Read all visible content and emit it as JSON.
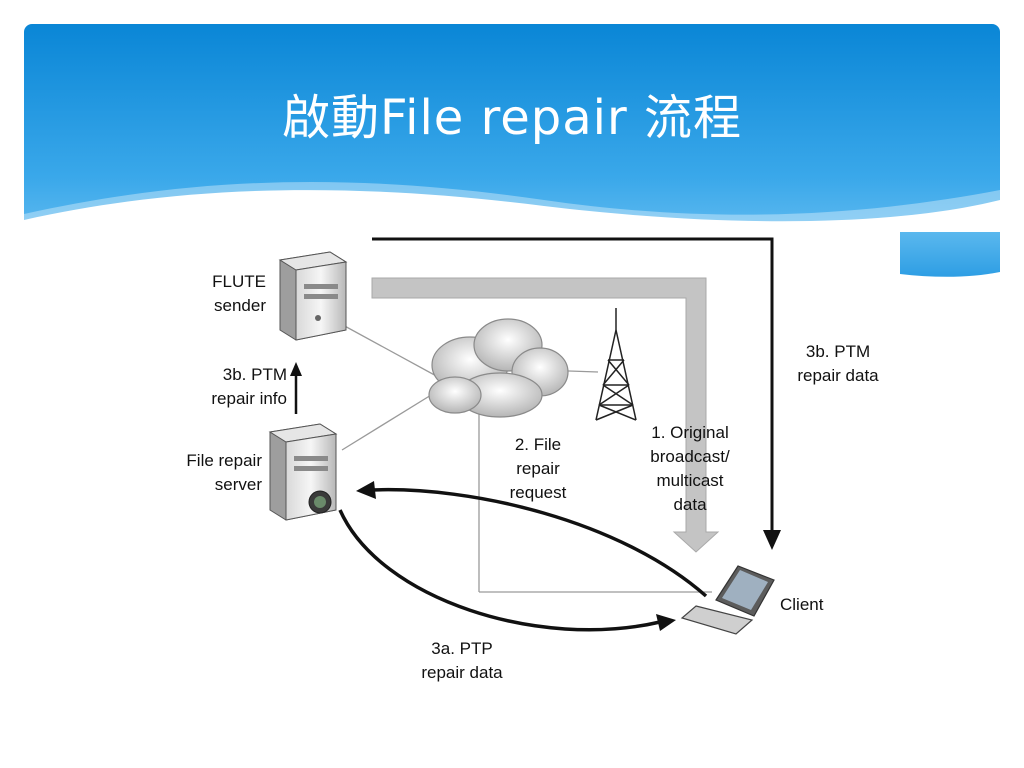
{
  "slide": {
    "title": "啟動File repair 流程",
    "colors": {
      "header_top": "#0a86d6",
      "header_bottom": "#7cc8f4",
      "ink": "#111111",
      "wide_arrow": "#c4c4c4"
    }
  },
  "diagram": {
    "nodes": {
      "flute_sender": {
        "line1": "FLUTE",
        "line2": "sender",
        "icon": "server-icon"
      },
      "file_repair_server": {
        "line1": "File repair",
        "line2": "server",
        "icon": "server-icon"
      },
      "network": {
        "icon": "cloud-icon"
      },
      "tower": {
        "icon": "broadcast-tower-icon"
      },
      "client": {
        "label": "Client",
        "icon": "laptop-icon"
      }
    },
    "labels": {
      "ptm_info": {
        "line1": "3b. PTM",
        "line2": "repair info"
      },
      "request": {
        "line1": "2. File",
        "line2": "repair",
        "line3": "request"
      },
      "original": {
        "line1": "1. Original",
        "line2": "broadcast/",
        "line3": "multicast",
        "line4": "data"
      },
      "ptm_data": {
        "line1": "3b. PTM",
        "line2": "repair data"
      },
      "ptp_data": {
        "line1": "3a. PTP",
        "line2": "repair data"
      }
    }
  }
}
